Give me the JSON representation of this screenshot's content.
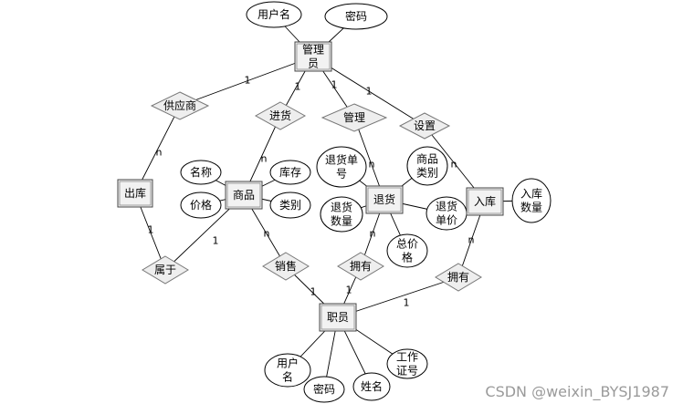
{
  "entities": [
    {
      "id": "admin",
      "lines": [
        "管理",
        "员"
      ]
    },
    {
      "id": "outbound",
      "lines": [
        "出库"
      ]
    },
    {
      "id": "product",
      "lines": [
        "商品"
      ]
    },
    {
      "id": "return",
      "lines": [
        "退货"
      ]
    },
    {
      "id": "inbound",
      "lines": [
        "入库"
      ]
    },
    {
      "id": "staff",
      "lines": [
        "职员"
      ]
    }
  ],
  "attributes": [
    {
      "id": "admin-username",
      "lines": [
        "用户名"
      ]
    },
    {
      "id": "admin-password",
      "lines": [
        "密码"
      ]
    },
    {
      "id": "product-name",
      "lines": [
        "名称"
      ]
    },
    {
      "id": "product-stock",
      "lines": [
        "库存"
      ]
    },
    {
      "id": "product-price",
      "lines": [
        "价格"
      ]
    },
    {
      "id": "product-category",
      "lines": [
        "类别"
      ]
    },
    {
      "id": "return-no",
      "lines": [
        "退货单",
        "号"
      ]
    },
    {
      "id": "return-qty",
      "lines": [
        "退货",
        "数量"
      ]
    },
    {
      "id": "product-cat2",
      "lines": [
        "商品",
        "类别"
      ]
    },
    {
      "id": "return-unit-price",
      "lines": [
        "退货",
        "单价"
      ]
    },
    {
      "id": "return-total",
      "lines": [
        "总价",
        "格"
      ]
    },
    {
      "id": "inbound-qty",
      "lines": [
        "入库",
        "数量"
      ]
    },
    {
      "id": "staff-username",
      "lines": [
        "用户",
        "名"
      ]
    },
    {
      "id": "staff-password",
      "lines": [
        "密码"
      ]
    },
    {
      "id": "staff-name",
      "lines": [
        "姓名"
      ]
    },
    {
      "id": "staff-idno",
      "lines": [
        "工作",
        "证号"
      ]
    }
  ],
  "relationships": [
    {
      "id": "supplier",
      "lines": [
        "供应商"
      ]
    },
    {
      "id": "purchase",
      "lines": [
        "进货"
      ]
    },
    {
      "id": "manage",
      "lines": [
        "管理"
      ]
    },
    {
      "id": "setup",
      "lines": [
        "设置"
      ]
    },
    {
      "id": "belongs",
      "lines": [
        "属于"
      ]
    },
    {
      "id": "sales",
      "lines": [
        "销售"
      ]
    },
    {
      "id": "own1",
      "lines": [
        "拥有"
      ]
    },
    {
      "id": "own2",
      "lines": [
        "拥有"
      ]
    }
  ],
  "cardinalities": [
    "1",
    "1",
    "1",
    "1",
    "n",
    "n",
    "n",
    "n",
    "1",
    "1",
    "n",
    "1",
    "n",
    "1",
    "n",
    "1"
  ],
  "watermark": "CSDN @weixin_BYSJ1987"
}
